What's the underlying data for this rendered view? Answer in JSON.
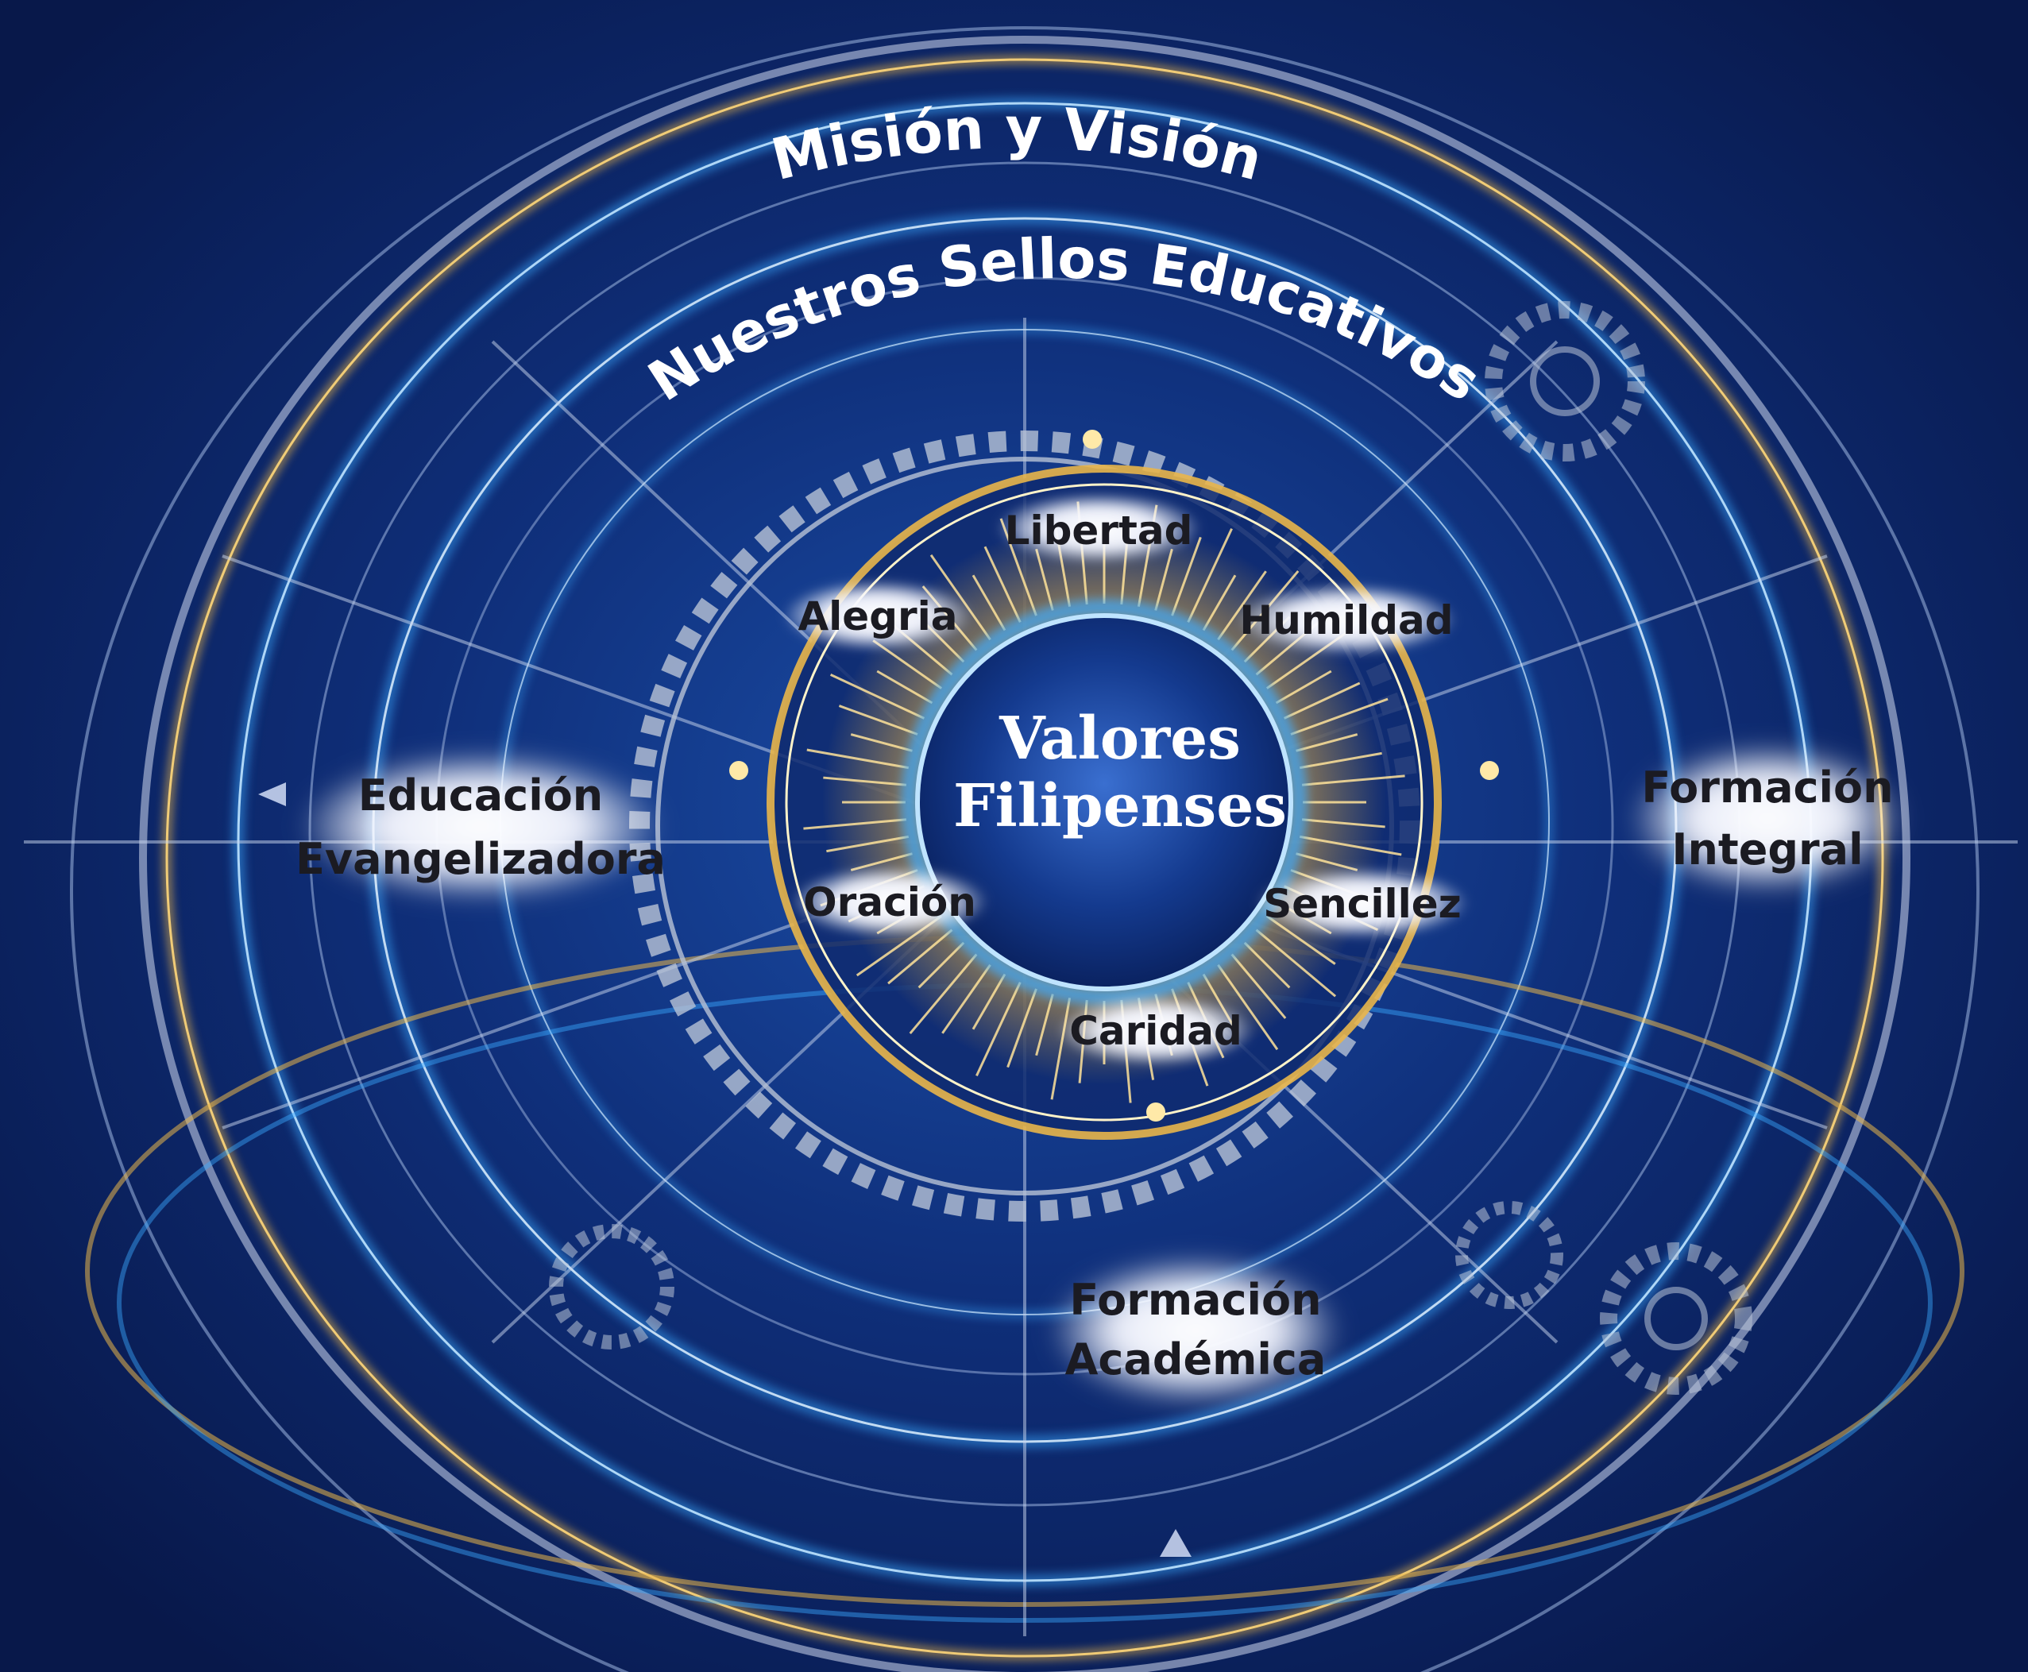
{
  "diagram": {
    "outer_ring": {
      "title": "Misión y Visión"
    },
    "second_ring": {
      "title": "Nuestros Sellos Educativos"
    },
    "center": {
      "line1": "Valores",
      "line2": "Filipenses"
    },
    "values": {
      "libertad": "Libertad",
      "humildad": "Humildad",
      "sencillez": "Sencillez",
      "caridad": "Caridad",
      "oracion": "Oración",
      "alegria": "Alegria"
    },
    "seals": {
      "evangelizadora_1": "Educación",
      "evangelizadora_2": "Evangelizadora",
      "integral_1": "Formación",
      "integral_2": "Integral",
      "academica_1": "Formación",
      "academica_2": "Académica"
    }
  },
  "colors": {
    "background": "#0b1f57",
    "ring_blue": "#3aa8ff",
    "ring_gold": "#e9b64a",
    "glow_white": "#ffffff"
  }
}
